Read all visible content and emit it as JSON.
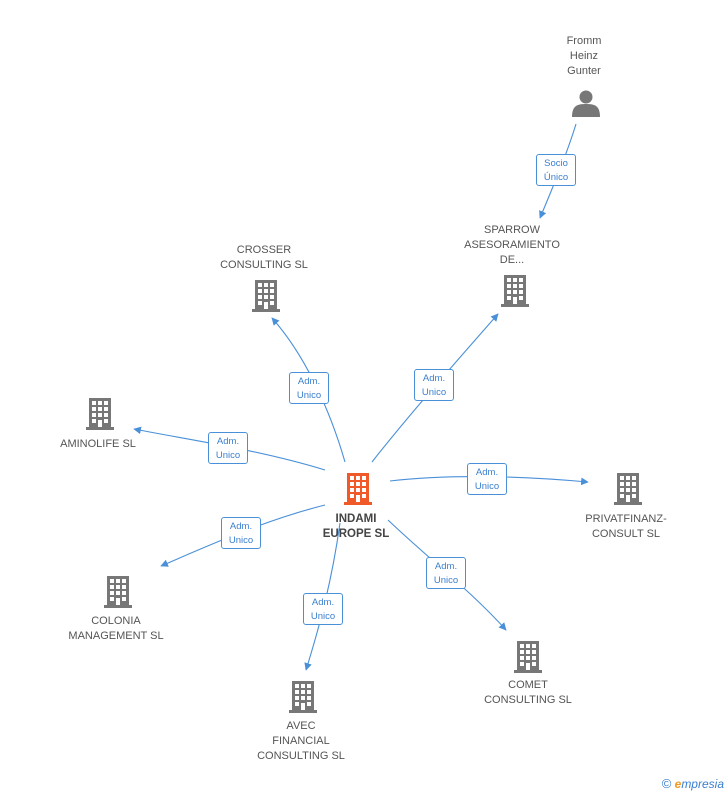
{
  "center": {
    "name_lines": [
      "INDAMI",
      "EUROPE SL"
    ],
    "color": "#f05a28"
  },
  "nodes": [
    {
      "id": "fromm",
      "type": "person",
      "lines": [
        "Fromm",
        "Heinz",
        "Gunter"
      ]
    },
    {
      "id": "sparrow",
      "type": "company",
      "lines": [
        "SPARROW",
        "ASESORAMIENTO",
        "DE..."
      ]
    },
    {
      "id": "crosser",
      "type": "company",
      "lines": [
        "CROSSER",
        "CONSULTING SL"
      ]
    },
    {
      "id": "aminolife",
      "type": "company",
      "lines": [
        "AMINOLIFE SL"
      ]
    },
    {
      "id": "privatfinanz",
      "type": "company",
      "lines": [
        "PRIVATFINANZ-",
        "CONSULT SL"
      ]
    },
    {
      "id": "colonia",
      "type": "company",
      "lines": [
        "COLONIA",
        "MANAGEMENT SL"
      ]
    },
    {
      "id": "avec",
      "type": "company",
      "lines": [
        "AVEC",
        "FINANCIAL",
        "CONSULTING SL"
      ]
    },
    {
      "id": "comet",
      "type": "company",
      "lines": [
        "COMET",
        "CONSULTING SL"
      ]
    }
  ],
  "edges": [
    {
      "from": "fromm",
      "to": "sparrow",
      "label": [
        "Socio",
        "Único"
      ]
    },
    {
      "from": "center",
      "to": "sparrow",
      "label": [
        "Adm.",
        "Unico"
      ]
    },
    {
      "from": "center",
      "to": "crosser",
      "label": [
        "Adm.",
        "Unico"
      ]
    },
    {
      "from": "center",
      "to": "aminolife",
      "label": [
        "Adm.",
        "Unico"
      ]
    },
    {
      "from": "center",
      "to": "privatfinanz",
      "label": [
        "Adm.",
        "Unico"
      ]
    },
    {
      "from": "center",
      "to": "colonia",
      "label": [
        "Adm.",
        "Unico"
      ]
    },
    {
      "from": "center",
      "to": "avec",
      "label": [
        "Adm.",
        "Unico"
      ]
    },
    {
      "from": "center",
      "to": "comet",
      "label": [
        "Adm.",
        "Unico"
      ]
    }
  ],
  "colors": {
    "edge": "#4a90d9",
    "icon": "#777777",
    "center_icon": "#f05a28"
  },
  "footer": {
    "copyright": "©",
    "brand_e": "e",
    "brand_rest": "mpresia"
  }
}
